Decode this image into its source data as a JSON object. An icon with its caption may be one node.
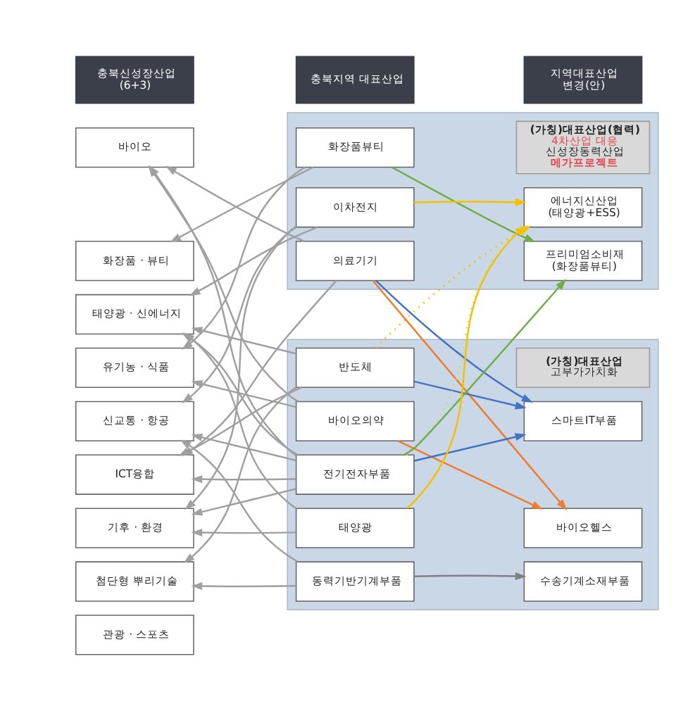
{
  "diagram": {
    "nodes": [
      {
        "text": [
          "충북신성장산업 (6+3)"
        ]
      },
      {
        "text": [
          "충북지역 대표산업"
        ]
      },
      {
        "text": [
          "지역대표산업 변경(안)"
        ]
      },
      {
        "text": [
          "바이오"
        ]
      },
      {
        "text": [
          "태양광 · 신에너지"
        ]
      },
      {
        "text": [
          "화장품 · 뷰티"
        ]
      },
      {
        "text": [
          "유기농 · 식품"
        ]
      },
      {
        "text": [
          "신교통 · 항공"
        ]
      },
      {
        "text": [
          "ICT융합"
        ]
      },
      {
        "text": [
          "기후 · 환경"
        ]
      },
      {
        "text": [
          "첨단형 뿌리기술"
        ]
      },
      {
        "text": [
          "관광 · 스포츠"
        ]
      },
      {
        "text": [],
        "shape": "box"
      },
      {
        "text": [
          "화장품뷰티"
        ],
        "in": 12
      },
      {
        "text": [
          "이차전지"
        ],
        "in": 12
      },
      {
        "text": [
          "의료기기"
        ],
        "in": 12
      },
      {
        "text": [
          "(가칭)대표산업(협력)",
          "4차산업 대응",
          "신성장동력산업",
          "메가프로젝트"
        ],
        "in": 12
      },
      {
        "text": [
          "에너지신산업 (태양광+ESS)"
        ],
        "in": 12
      },
      {
        "text": [
          "프리미엄소비재 (화장품뷰티)"
        ],
        "in": 12
      },
      {
        "text": [],
        "shape": "box"
      },
      {
        "text": [
          "반도체"
        ],
        "in": 19
      },
      {
        "text": [
          "바이오의약"
        ],
        "in": 19
      },
      {
        "text": [
          "전기전자부품"
        ],
        "in": 19
      },
      {
        "text": [
          "태양광"
        ],
        "in": 19
      },
      {
        "text": [
          "동력기반기계부품"
        ],
        "in": 19
      },
      {
        "text": [
          "(가칭)대표산업",
          "고부가가치화"
        ],
        "in": 19
      },
      {
        "text": [
          "스마트IT부품"
        ],
        "in": 19
      },
      {
        "text": [
          "바이오헬스"
        ],
        "in": 19
      },
      {
        "text": [
          "수송기계소재부품"
        ],
        "in": 19
      }
    ],
    "edges": [
      {
        "from": 15,
        "to": 3,
        "arrow": "to"
      },
      {
        "from": 21,
        "to": 3,
        "arrow": "to"
      },
      {
        "from": 22,
        "to": 3,
        "arrow": "to"
      },
      {
        "from": 14,
        "to": 4,
        "arrow": "to"
      },
      {
        "from": 20,
        "to": 4,
        "arrow": "to"
      },
      {
        "from": 22,
        "to": 4,
        "arrow": "to"
      },
      {
        "from": 23,
        "to": 4,
        "arrow": "to"
      },
      {
        "from": 13,
        "to": 5,
        "arrow": "to"
      },
      {
        "from": 13,
        "to": 6,
        "arrow": "to"
      },
      {
        "from": 21,
        "to": 6,
        "arrow": "to"
      },
      {
        "from": 14,
        "to": 7,
        "arrow": "to"
      },
      {
        "from": 22,
        "to": 7,
        "arrow": "to"
      },
      {
        "from": 24,
        "to": 7,
        "arrow": "to"
      },
      {
        "from": 15,
        "to": 8,
        "arrow": "to"
      },
      {
        "from": 20,
        "to": 8,
        "arrow": "to"
      },
      {
        "from": 22,
        "to": 8,
        "arrow": "to"
      },
      {
        "from": 14,
        "to": 9,
        "arrow": "to"
      },
      {
        "from": 22,
        "to": 9,
        "arrow": "to"
      },
      {
        "from": 23,
        "to": 9,
        "arrow": "to"
      },
      {
        "from": 20,
        "to": 10,
        "arrow": "to"
      },
      {
        "from": 24,
        "to": 10,
        "arrow": "to"
      },
      {
        "from": 13,
        "to": 18,
        "arrow": "to",
        "color": "#70ad47"
      },
      {
        "from": 14,
        "to": 17,
        "arrow": "to",
        "color": "#f5c000"
      },
      {
        "from": 15,
        "to": 26,
        "arrow": "to",
        "color": "#4472c4"
      },
      {
        "from": 15,
        "to": 27,
        "arrow": "to",
        "color": "#ed7d31"
      },
      {
        "from": 20,
        "to": 17,
        "arrow": "to",
        "style": "dashed",
        "color": "#f5c000"
      },
      {
        "from": 20,
        "to": 26,
        "arrow": "to",
        "color": "#4472c4"
      },
      {
        "from": 21,
        "to": 27,
        "arrow": "to",
        "color": "#ed7d31"
      },
      {
        "from": 22,
        "to": 17,
        "arrow": "to",
        "style": "dashed",
        "color": "#c9d96a"
      },
      {
        "from": 22,
        "to": 18,
        "arrow": "to",
        "color": "#70ad47"
      },
      {
        "from": 22,
        "to": 26,
        "arrow": "to",
        "color": "#4472c4"
      },
      {
        "from": 23,
        "to": 17,
        "arrow": "to",
        "color": "#f5c000"
      },
      {
        "from": 24,
        "to": 28,
        "arrow": "to",
        "color": "#808080"
      }
    ]
  }
}
